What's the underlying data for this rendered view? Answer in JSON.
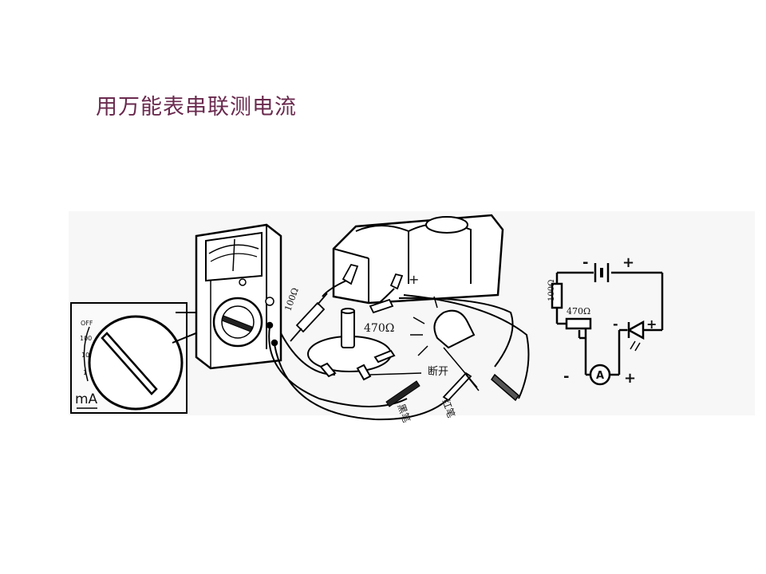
{
  "slide": {
    "title": "用万能表串联测电流"
  },
  "zoom_dial": {
    "labels": [
      "OFF",
      "100",
      "10",
      "1"
    ],
    "unit": "mA"
  },
  "breadboard": {
    "resistor_label": "100Ω",
    "pot_label": "470Ω",
    "break_label": "断开",
    "black_probe_label": "黑笔",
    "red_probe_label": "红笔"
  },
  "battery": {
    "plus_label": "+"
  },
  "schematic": {
    "resistor_label": "100Ω",
    "pot_label": "470Ω",
    "ammeter_symbol": "A",
    "battery_minus": "-",
    "battery_plus": "+",
    "led_minus": "-",
    "led_plus": "+",
    "meter_minus": "-",
    "meter_plus": "+"
  }
}
